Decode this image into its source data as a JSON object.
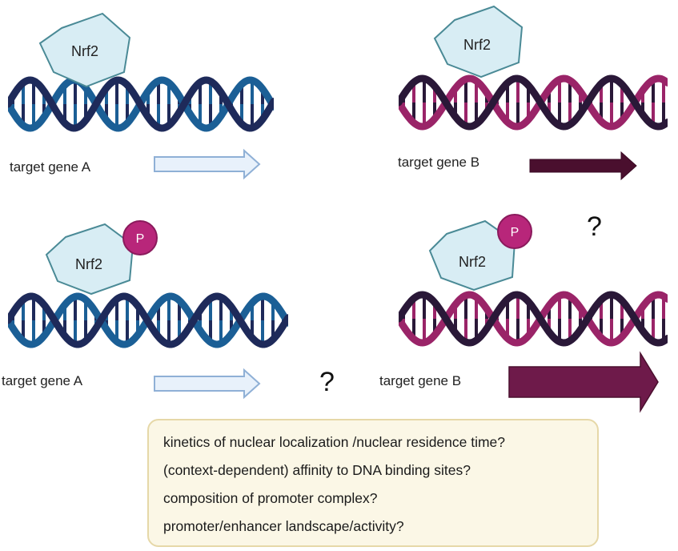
{
  "panels": [
    {
      "protein": "Nrf2",
      "phosphorylated": false,
      "gene_label": "target gene A",
      "dna_colors": [
        "#1e2a5a",
        "#1b5f96"
      ],
      "arrow_style": "outline"
    },
    {
      "protein": "Nrf2",
      "phosphorylated": false,
      "gene_label": "target gene B",
      "dna_colors": [
        "#2a1838",
        "#9a2468"
      ],
      "arrow_style": "filled-thin"
    },
    {
      "protein": "Nrf2",
      "phosphorylated": true,
      "phospho_label": "P",
      "gene_label": "target gene A",
      "dna_colors": [
        "#1e2a5a",
        "#1b5f96"
      ],
      "arrow_style": "outline"
    },
    {
      "protein": "Nrf2",
      "phosphorylated": true,
      "phospho_label": "P",
      "gene_label": "target gene B",
      "dna_colors": [
        "#2a1838",
        "#9a2468"
      ],
      "arrow_style": "filled-thick"
    }
  ],
  "question_marks": [
    "?",
    "?"
  ],
  "questions": [
    "kinetics of nuclear localization /nuclear residence time?",
    "(context-dependent) affinity to DNA binding sites?",
    "composition of promoter complex?",
    "promoter/enhancer landscape/activity?"
  ],
  "colors": {
    "protein_fill": "#d8edf4",
    "protein_stroke": "#4a8a96",
    "phospho_fill": "#b8267a",
    "arrow_outline_fill": "#e8f1fb",
    "arrow_outline_stroke": "#8fb0d6",
    "arrow_dark": "#4a0f2e",
    "arrow_dark_big": "#6e1a4a",
    "box_fill": "#fbf7e6",
    "box_stroke": "#e6d8a8"
  }
}
